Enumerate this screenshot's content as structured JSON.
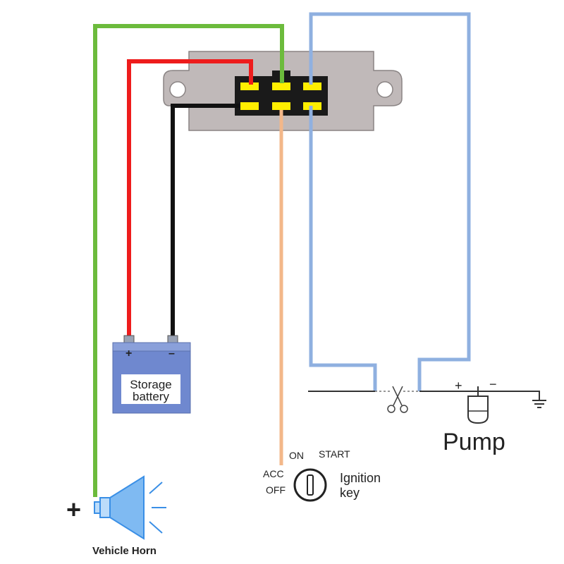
{
  "battery": {
    "label_line1": "Storage",
    "label_line2": "battery",
    "plus": "+",
    "minus": "–"
  },
  "horn": {
    "label": "Vehicle Horn",
    "terminal": "+"
  },
  "ignition": {
    "on": "ON",
    "start": "START",
    "acc": "ACC",
    "off": "OFF",
    "label_line1": "Ignition",
    "label_line2": "key"
  },
  "pump": {
    "label": "Pump",
    "plus": "+",
    "minus": "−"
  },
  "colors": {
    "green_wire": "#6cbb3c",
    "red_wire": "#ee1c1c",
    "black_wire": "#111111",
    "orange_wire": "#f3b789",
    "blue_wire": "#8fb0e0",
    "relay_plate": "#c0b9b9",
    "connector": "#1a1a1a",
    "pin": "#ffee00",
    "battery_body": "#6f88cf",
    "horn_blue": "#3a8fe6"
  }
}
